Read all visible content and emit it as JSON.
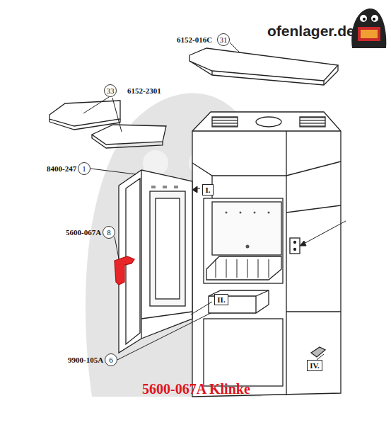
{
  "diagram": {
    "caption": "5600-067A Klinke",
    "nodes": [
      {
        "text": [
          "31"
        ]
      },
      {
        "text": [
          "33"
        ]
      },
      {
        "text": [
          "1"
        ]
      },
      {
        "text": [
          "I."
        ]
      },
      {
        "text": [
          "8"
        ]
      },
      {
        "text": [
          "II."
        ]
      },
      {
        "text": [
          "6"
        ]
      },
      {
        "text": [
          "IV."
        ]
      }
    ],
    "labels": [
      "ofenlager.de",
      "6152-016C",
      "6152-2301",
      "8400-247",
      "5600-067A",
      "9900-105A"
    ]
  }
}
